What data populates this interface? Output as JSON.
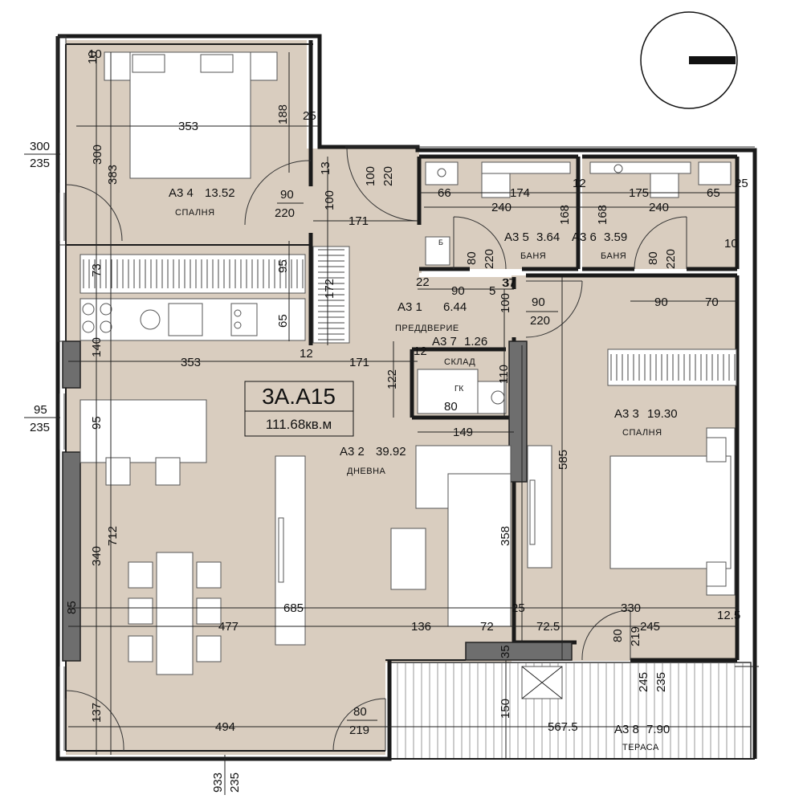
{
  "apartment": {
    "code": "3A.A15",
    "area": "111.68кв.м"
  },
  "rooms": [
    {
      "id": "bedroom-4",
      "code": "А3 4",
      "area": "13.52",
      "name": "СПАЛНЯ"
    },
    {
      "id": "bath-5",
      "code": "А3 5",
      "area": "3.64",
      "name": "БАНЯ"
    },
    {
      "id": "bath-6",
      "code": "А3 6",
      "area": "3.59",
      "name": "БАНЯ"
    },
    {
      "id": "hall-1",
      "code": "А3 1",
      "area": "6.44",
      "name": "ПРЕДДВЕРИЕ"
    },
    {
      "id": "storage-7",
      "code": "А3 7",
      "area": "1.26",
      "name": "СКЛАД"
    },
    {
      "id": "living-2",
      "code": "А3 2",
      "area": "39.92",
      "name": "ДНЕВНА"
    },
    {
      "id": "bedroom-3",
      "code": "А3 3",
      "area": "19.30",
      "name": "СПАЛНЯ"
    },
    {
      "id": "terrace-8",
      "code": "А3 8",
      "area": "7.90",
      "name": "ТЕРАСА"
    }
  ],
  "appliance_labels": {
    "gk": "ГК",
    "b": "Б"
  },
  "window_dims": [
    {
      "top": "300",
      "bottom": "235"
    },
    {
      "top": "95",
      "bottom": "235"
    },
    {
      "top": "933",
      "bottom": "235"
    },
    {
      "top": "245",
      "bottom": "235"
    }
  ],
  "door_dims": [
    {
      "top": "90",
      "bottom": "220"
    },
    {
      "top": "100",
      "bottom": "220"
    },
    {
      "top": "90",
      "bottom": "220"
    },
    {
      "top": "80",
      "bottom": "219"
    },
    {
      "top": "80",
      "bottom": "219"
    },
    {
      "top": "80",
      "bottom": "220"
    },
    {
      "top": "80",
      "bottom": "220"
    }
  ],
  "dimensions_h": [
    "353",
    "25",
    "66",
    "174",
    "12",
    "175",
    "65",
    "25",
    "240",
    "240",
    "171",
    "22",
    "90",
    "5",
    "37",
    "90",
    "70",
    "353",
    "12",
    "171",
    "12",
    "80",
    "149",
    "685",
    "25",
    "330",
    "12.5",
    "477",
    "136",
    "72",
    "72.5",
    "245",
    "494",
    "567.5",
    "10",
    "10",
    "37",
    "137"
  ],
  "dimensions_v": [
    "10",
    "188",
    "300",
    "383",
    "13",
    "100",
    "168",
    "168",
    "73",
    "95",
    "172",
    "65",
    "140",
    "122",
    "110",
    "95",
    "712",
    "340",
    "585",
    "358",
    "35",
    "85",
    "150",
    "100"
  ]
}
